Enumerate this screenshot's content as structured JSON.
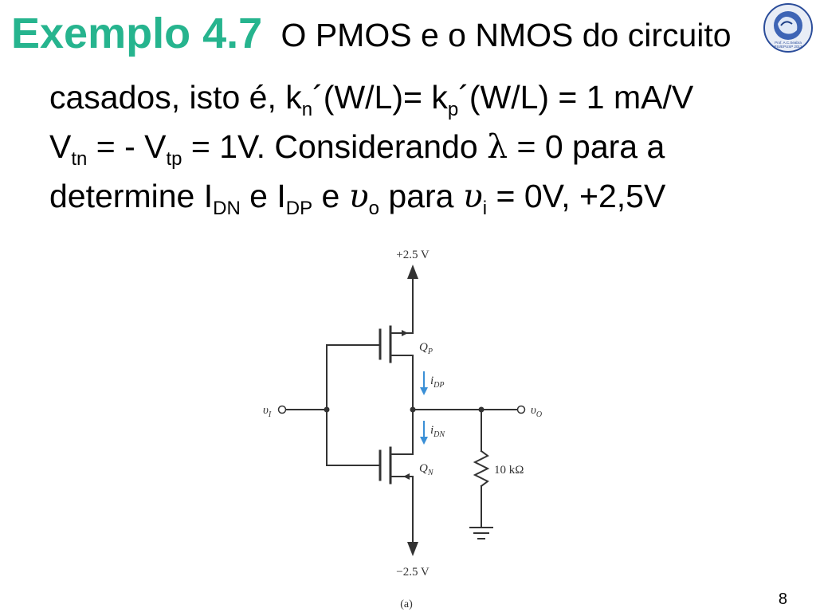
{
  "title": "Exemplo 4.7",
  "text_line1": "O PMOS e o NMOS do circuito",
  "text_line2": {
    "a": "casados, isto é, k",
    "sub_n": "n",
    "b": "´(W/L)= k",
    "sub_p": "p",
    "c": "´(W/L) = 1 mA/V"
  },
  "text_line3": {
    "a": "V",
    "sub_tn": "tn",
    "b": " = - V",
    "sub_tp": "tp",
    "c": " = 1V. Considerando ",
    "lambda": "λ",
    "d": " = 0 para a"
  },
  "text_line4": {
    "a": "determine I",
    "sub_dn": "DN",
    "b": " e I",
    "sub_dp": "DP",
    "c": " e ",
    "v1": "υ",
    "sub_o": "o",
    "d": " para ",
    "v2": "υ",
    "sub_i": "i",
    "e": " = 0V, +2,5V"
  },
  "circuit": {
    "vdd_label": "+2.5 V",
    "vss_label": "−2.5 V",
    "qp_label": "Q",
    "qp_sub": "P",
    "qn_label": "Q",
    "qn_sub": "N",
    "idp_label": "i",
    "idp_sub": "DP",
    "idn_label": "i",
    "idn_sub": "DN",
    "vi_label": "υ",
    "vi_sub": "I",
    "vo_label": "υ",
    "vo_sub": "O",
    "resistor_label": "10 kΩ",
    "caption": "(a)",
    "arrow_color": "#3a8fd6"
  },
  "logo": {
    "line1": "Prof. A.C.Seabra",
    "line2": "PSI/EPUSP 2012"
  },
  "slide_number": "8"
}
